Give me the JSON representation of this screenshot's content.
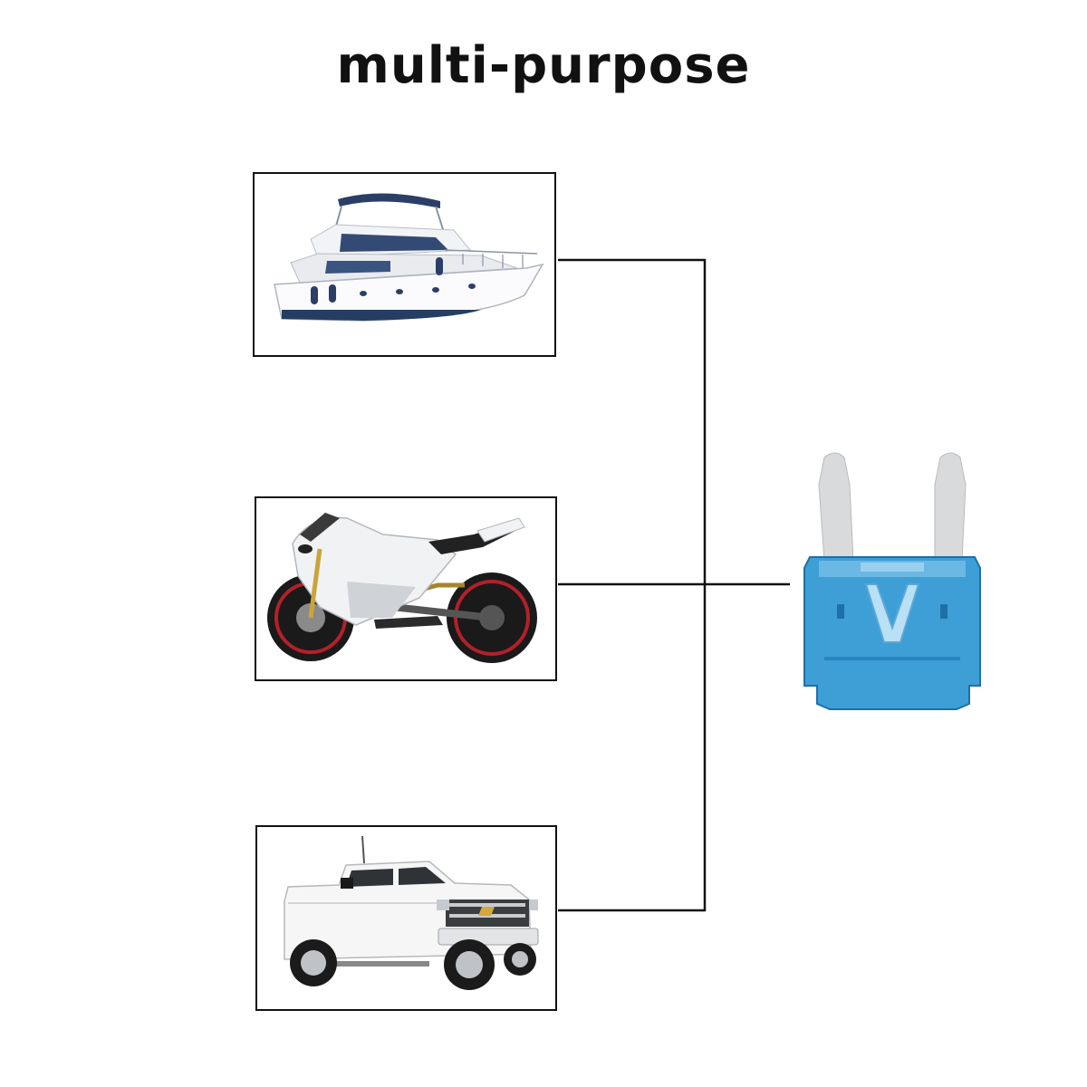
{
  "title": "multi-purpose",
  "applications": [
    {
      "name": "boat",
      "icon": "yacht-icon"
    },
    {
      "name": "motorcycle",
      "icon": "motorcycle-icon"
    },
    {
      "name": "truck",
      "icon": "pickup-truck-icon"
    }
  ],
  "product": {
    "icon": "mini-blade-fuse-icon",
    "color": "#3d9fd6"
  },
  "colors": {
    "line": "#111111",
    "fuse_body": "#3d9fd6",
    "fuse_dark": "#1f6fa8",
    "prong": "#d9dadb"
  }
}
